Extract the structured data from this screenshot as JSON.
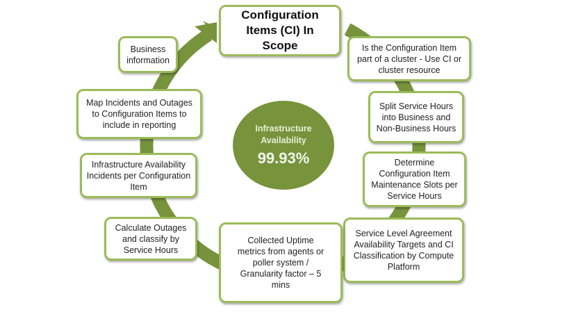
{
  "center": {
    "label": "Infrastructure Availability",
    "value": "99.93%"
  },
  "steps": [
    {
      "text": "Configuration Items (CI)  In Scope"
    },
    {
      "text": "Is the Configuration Item part of a cluster - Use  CI or cluster resource"
    },
    {
      "text": "Split Service Hours into Business and Non-Business Hours"
    },
    {
      "text": "Determine Configuration Item Maintenance Slots per Service Hours"
    },
    {
      "text": "Service Level Agreement Availability Targets and CI  Classification by Compute Platform"
    },
    {
      "text": "Collected Uptime metrics  from agents or poller system / Granularity factor – 5 mins"
    },
    {
      "text": "Calculate Outages and classify by Service Hours"
    },
    {
      "text": "Infrastructure Availability Incidents per Configuration Item"
    },
    {
      "text": "Map Incidents and Outages to Configuration Items to include in reporting"
    },
    {
      "text": "Business information"
    }
  ],
  "colors": {
    "ring": "#77933c",
    "border": "#9bbb59"
  }
}
